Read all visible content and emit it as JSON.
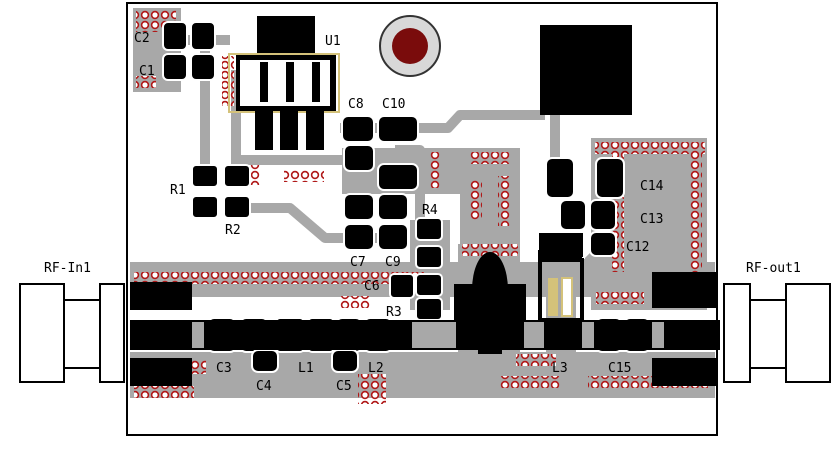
{
  "colors": {
    "background": "#ffffff",
    "copper": "#a8a8a8",
    "pad": "#000000",
    "via": "#b01818",
    "hole": "#7a0c0c",
    "outline": "#000000",
    "silk": "#ffffff"
  },
  "labels": {
    "c2": "C2",
    "c1": "C1",
    "u1": "U1",
    "c8": "C8",
    "c10": "C10",
    "r1": "R1",
    "r2": "R2",
    "r4": "R4",
    "c7": "C7",
    "c9": "C9",
    "c6": "C6",
    "r3": "R3",
    "c14": "C14",
    "c13": "C13",
    "c12": "C12",
    "c3": "C3",
    "c4": "C4",
    "l1": "L1",
    "c5": "C5",
    "l2": "L2",
    "l3": "L3",
    "c15": "C15",
    "rf_in": "RF-In1",
    "rf_out": "RF-out1"
  }
}
